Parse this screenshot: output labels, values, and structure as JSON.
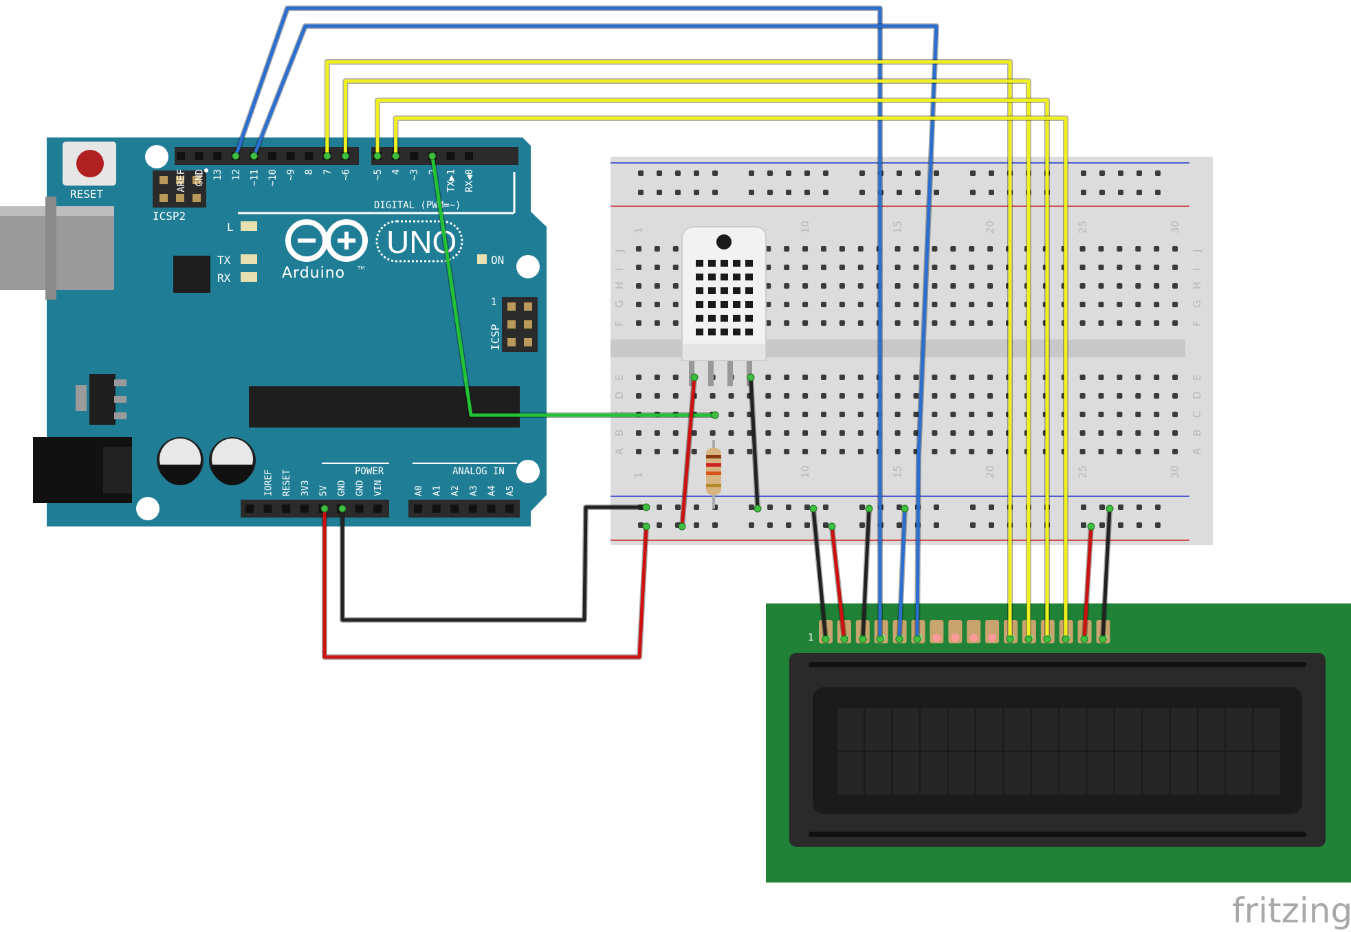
{
  "arduino": {
    "reset_label": "RESET",
    "icsp2_label": "ICSP2",
    "icsp_label": "ICSP",
    "icsp_pin1": "1",
    "logo_model": "UNO",
    "logo_brand": "Arduino",
    "logo_tm": "TM",
    "led_l": "L",
    "led_tx": "TX",
    "led_rx": "RX",
    "led_on": "ON",
    "digital_label": "DIGITAL (PWM=~)",
    "power_label": "POWER",
    "analog_label": "ANALOG IN",
    "digital_pins": [
      "AREF",
      "GND",
      "13",
      "12",
      "~11",
      "~10",
      "~9",
      "8",
      "7",
      "~6",
      "~5",
      "4",
      "~3",
      "2",
      "TX▶1",
      "RX◀0"
    ],
    "power_pins": [
      "IOREF",
      "RESET",
      "3V3",
      "5V",
      "GND",
      "GND",
      "VIN"
    ],
    "analog_pins": [
      "A0",
      "A1",
      "A2",
      "A3",
      "A4",
      "A5"
    ]
  },
  "breadboard": {
    "column_numbers": [
      "1",
      "10",
      "15",
      "20",
      "25",
      "30"
    ],
    "row_letters_top": [
      "J",
      "I",
      "H",
      "G",
      "F"
    ],
    "row_letters_bottom": [
      "E",
      "D",
      "C",
      "B",
      "A"
    ]
  },
  "lcd": {
    "pin1_label": "1"
  },
  "watermark": "fritzing",
  "colors": {
    "arduino_board": "#1f7e96",
    "lcd_pcb": "#208236",
    "wire_blue": "#2a6fd0",
    "wire_yellow": "#f0f020",
    "wire_green": "#22c433",
    "wire_red": "#cc1111",
    "wire_black": "#222222",
    "breadboard": "#dcdcdc"
  }
}
